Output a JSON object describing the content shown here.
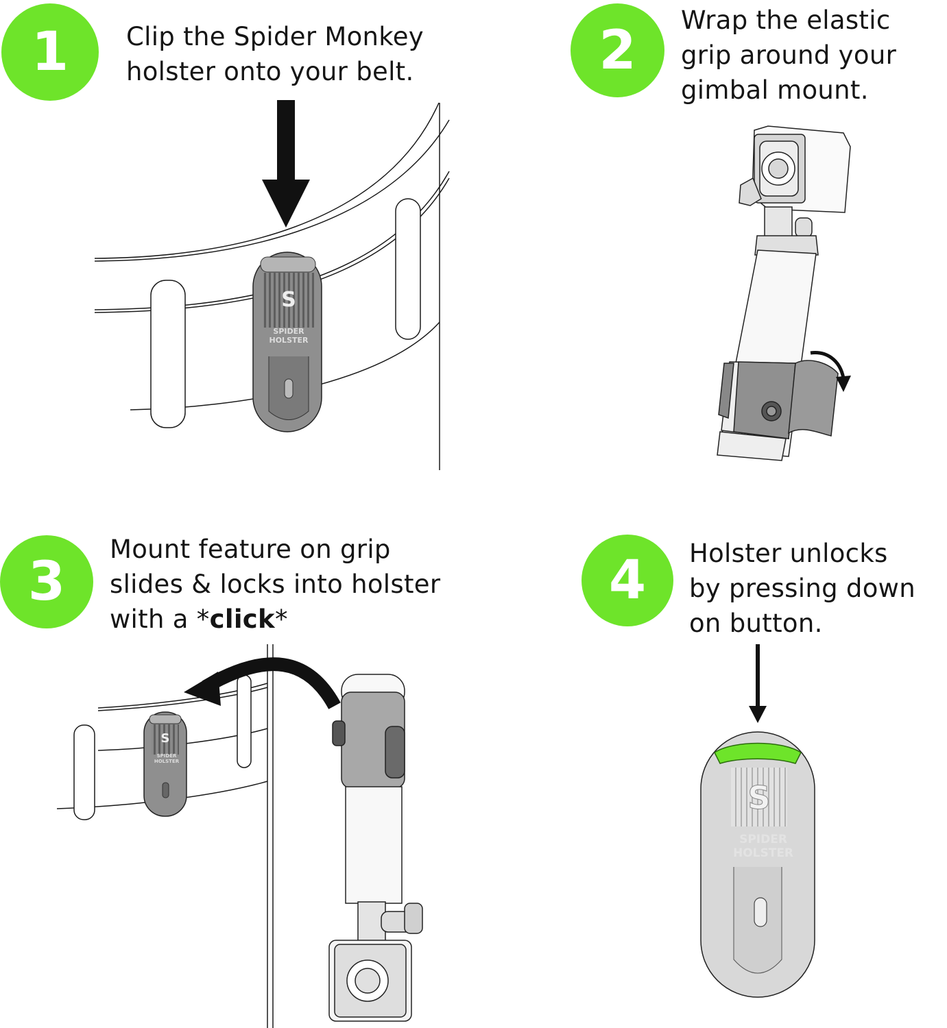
{
  "steps": [
    {
      "number": "1",
      "text_lines": [
        "Clip the Spider Monkey",
        "holster onto your belt."
      ]
    },
    {
      "number": "2",
      "text_lines": [
        "Wrap the elastic",
        "grip around your",
        "gimbal mount."
      ]
    },
    {
      "number": "3",
      "text_lines": [
        "Mount feature on grip",
        "slides & locks into holster"
      ],
      "line3_prefix": "with a *",
      "line3_bold": "click",
      "line3_suffix": "*"
    },
    {
      "number": "4",
      "text_lines": [
        "Holster unlocks",
        "by pressing down",
        "on button."
      ]
    }
  ],
  "holster_brand": {
    "line1": "SPIDER",
    "line2": "HOLSTER"
  },
  "colors": {
    "accent_green": "#6ee42a",
    "holster_gray": "#8f8f8f",
    "outline": "#1a1a1a"
  }
}
